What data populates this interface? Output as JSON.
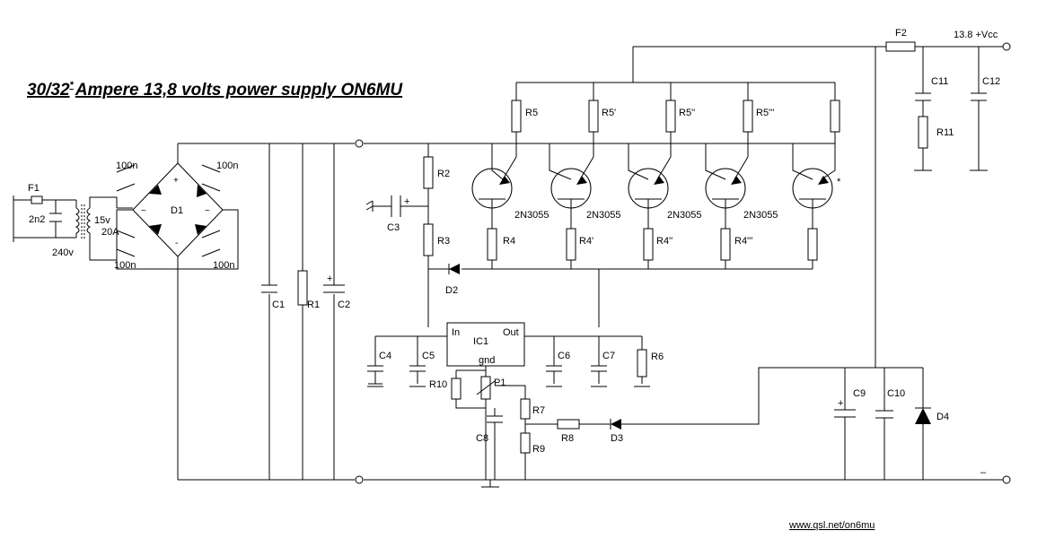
{
  "title": "30/32",
  "title_asterisk": "*",
  "title_rest": "Ampere 13,8 volts power supply ON6MU",
  "url": "www.qsl.net/on6mu",
  "rails": {
    "vcc": "13.8 +Vcc",
    "minus": "–"
  },
  "labels": {
    "F1": "F1",
    "F2": "F2",
    "cap_2n2": "2n2",
    "v240": "240v",
    "v15": "15v",
    "a20": "20A",
    "D1": "D1",
    "D2": "D2",
    "D3": "D3",
    "D4": "D4",
    "n100_a": "100n",
    "n100_b": "100n",
    "n100_c": "100n",
    "n100_d": "100n",
    "plus": "+",
    "minus": "-",
    "tilde": "~",
    "C1": "C1",
    "C2": "C2",
    "C3": "C3",
    "C4": "C4",
    "C5": "C5",
    "C6": "C6",
    "C7": "C7",
    "C8": "C8",
    "C9": "C9",
    "C10": "C10",
    "C11": "C11",
    "C12": "C12",
    "R1": "R1",
    "R2": "R2",
    "R3": "R3",
    "R4": "R4",
    "R4p": "R4'",
    "R4pp": "R4''",
    "R4ppp": "R4'''",
    "R5": "R5",
    "R5p": "R5'",
    "R5pp": "R5''",
    "R5ppp": "R5'''",
    "R6": "R6",
    "R7": "R7",
    "R8": "R8",
    "R9": "R9",
    "R10": "R10",
    "R11": "R11",
    "P1": "P1",
    "IC1": "IC1",
    "ic_in": "In",
    "ic_out": "Out",
    "ic_gnd": "gnd",
    "q1": "2N3055",
    "q2": "2N3055",
    "q3": "2N3055",
    "q4": "2N3055",
    "q5_star": "*"
  }
}
